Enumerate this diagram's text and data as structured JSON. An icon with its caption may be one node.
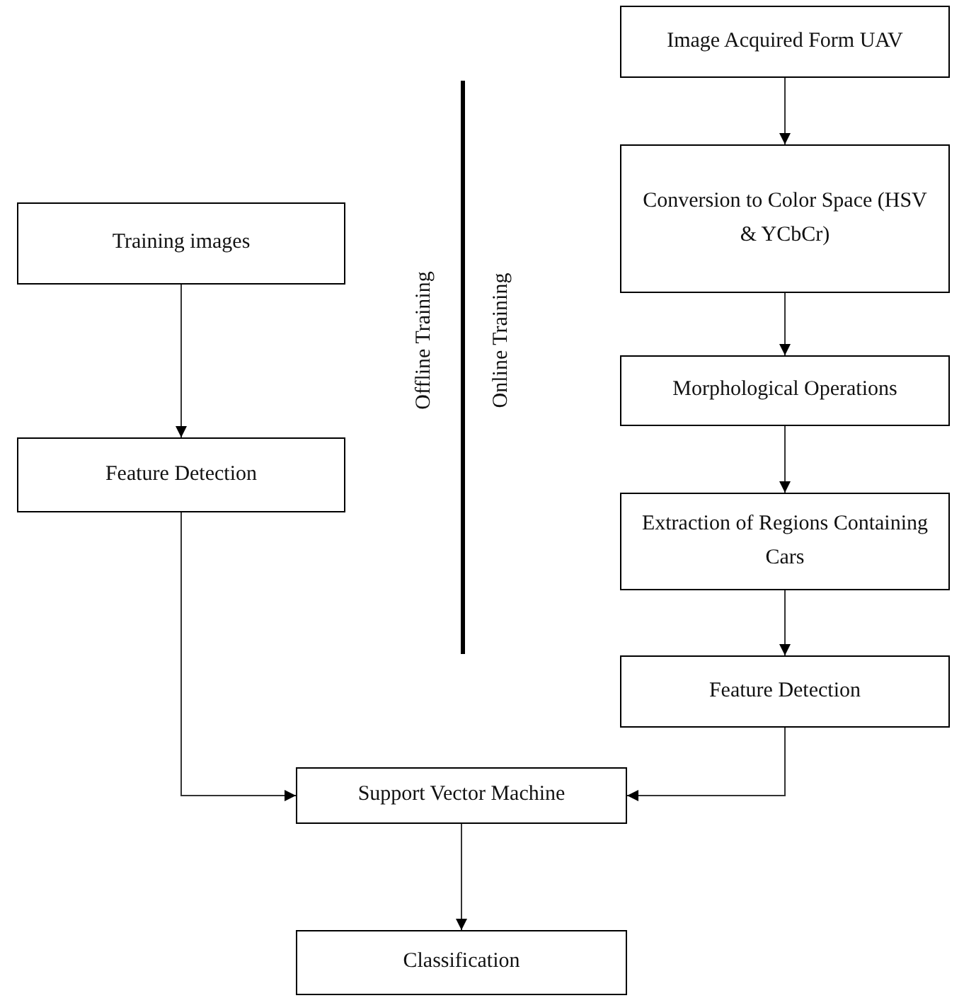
{
  "diagram": {
    "nodes": [
      {
        "text": [
          "Image Acquired Form UAV"
        ]
      },
      {
        "text": [
          "Training images"
        ]
      },
      {
        "text": [
          "Conversion to Color Space (HSV & YCbCr)"
        ]
      },
      {
        "text": [
          "Morphological Operations"
        ]
      },
      {
        "text": [
          "Feature Detection"
        ]
      },
      {
        "text": [
          "Extraction of Regions Containing Cars"
        ]
      },
      {
        "text": [
          "Feature Detection"
        ]
      },
      {
        "text": [
          "Support Vector Machine"
        ]
      },
      {
        "text": [
          "Classification"
        ]
      }
    ],
    "edges": [
      {
        "from": 0,
        "to": 2,
        "arrow": "to"
      },
      {
        "from": 2,
        "to": 3,
        "arrow": "to"
      },
      {
        "from": 3,
        "to": 5,
        "arrow": "to"
      },
      {
        "from": 5,
        "to": 6,
        "arrow": "to"
      },
      {
        "from": 1,
        "to": 4,
        "arrow": "to"
      },
      {
        "from": 4,
        "to": 7,
        "arrow": "to"
      },
      {
        "from": 6,
        "to": 7,
        "arrow": "to"
      },
      {
        "from": 7,
        "to": 8,
        "arrow": "to"
      }
    ],
    "labels": [
      "Offline Training",
      "Online Training"
    ]
  }
}
